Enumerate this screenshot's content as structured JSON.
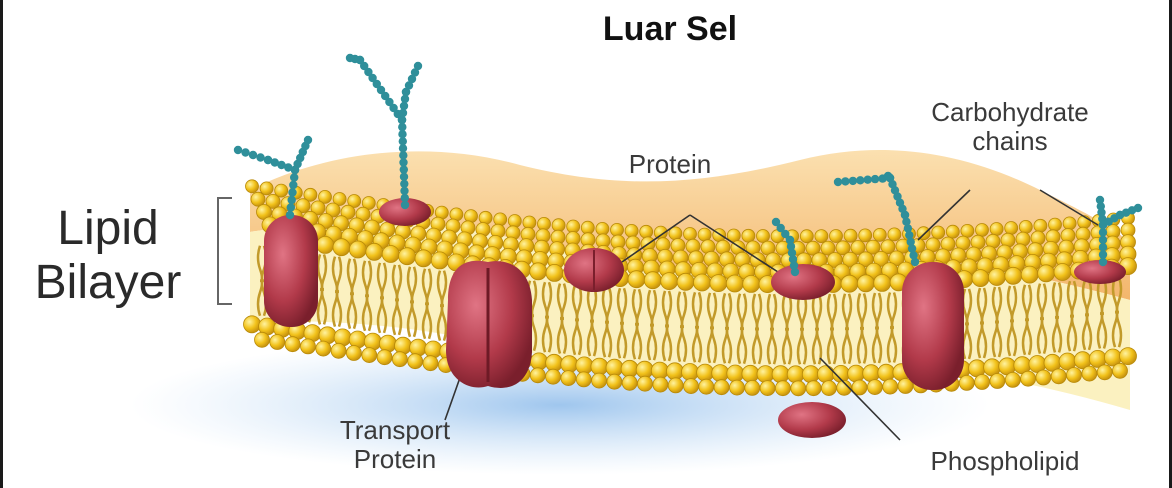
{
  "labels": {
    "title": "Luar Sel",
    "lipid_line1": "Lipid",
    "lipid_line2": "Bilayer",
    "protein": "Protein",
    "carb_line1": "Carbohydrate",
    "carb_line2": "chains",
    "transport_line1": "Transport",
    "transport_line2": "Protein",
    "phospholipid": "Phospholipid"
  },
  "colors": {
    "head_fill": "#f2c21a",
    "head_stroke": "#b88a08",
    "membrane_top": "#f6c37a",
    "interior": "#fbf1c0",
    "protein": "#b23a4a",
    "carbohydrate": "#2f8f9a",
    "shadow": "#9ec7ee"
  }
}
